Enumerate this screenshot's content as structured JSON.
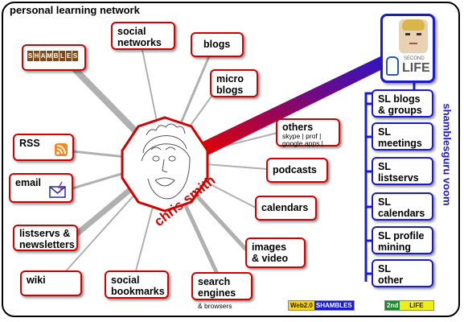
{
  "title": "personal learning network",
  "hub": {
    "name": "chris smith"
  },
  "logo": {
    "tiles": [
      "S",
      "H",
      "A",
      "M",
      "B",
      "L",
      "E",
      "S"
    ]
  },
  "nodes": {
    "social_networks": {
      "line1": "social",
      "line2": "networks"
    },
    "blogs": {
      "line1": "blogs"
    },
    "micro_blogs": {
      "line1": "micro",
      "line2": "blogs"
    },
    "others": {
      "line1": "others",
      "sub1": "skype | prof |",
      "sub2": "google apps |"
    },
    "podcasts": {
      "line1": "podcasts"
    },
    "calendars": {
      "line1": "calendars"
    },
    "images_video": {
      "line1": "images",
      "line2": "& video"
    },
    "search_engines": {
      "line1": "search",
      "line2": "engines",
      "caption": "& browsers"
    },
    "social_bookmarks": {
      "line1": "social",
      "line2": "bookmarks"
    },
    "wiki": {
      "line1": "wiki"
    },
    "listservs": {
      "line1": "listservs &",
      "line2": "newsletters"
    },
    "email": {
      "line1": "email",
      "icon": "email-icon"
    },
    "rss": {
      "line1": "RSS",
      "icon": "rss-icon"
    }
  },
  "second_life": {
    "vertical_label": "shamblesguru voom",
    "logo_small": "SECOND",
    "logo": "LIFE"
  },
  "sl_nodes": [
    {
      "line1": "SL blogs",
      "line2": "& groups"
    },
    {
      "line1": "SL",
      "line2": "meetings"
    },
    {
      "line1": "SL",
      "line2": "listservs"
    },
    {
      "line1": "SL",
      "line2": "calendars"
    },
    {
      "line1": "SL profile",
      "line2": "mining"
    },
    {
      "line1": "SL",
      "line2": "other"
    }
  ],
  "badges": {
    "web20": {
      "part1": "Web2.0",
      "part2": "SHAMBLES"
    },
    "second_life": {
      "part1": "2nd",
      "part2": "LIFE"
    }
  },
  "colors": {
    "node_border": "#d40000",
    "sl_border": "#1a1ad2",
    "connector": "#b0b0b0",
    "hub_text": "#d40000"
  }
}
